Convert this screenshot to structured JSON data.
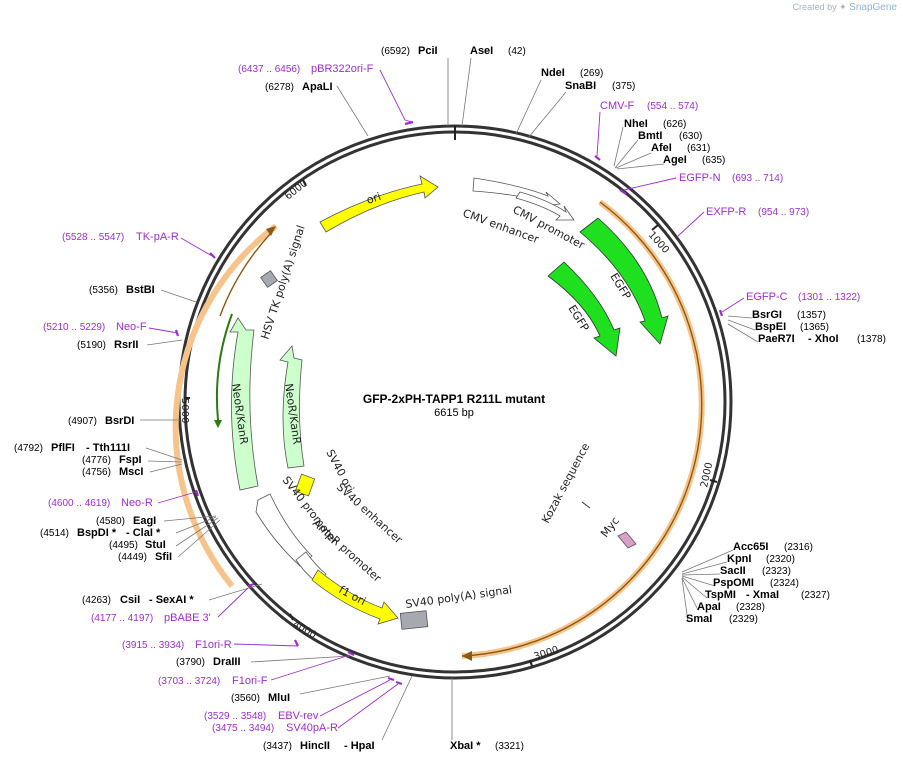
{
  "watermark": {
    "prefix": "Created by",
    "brand": "SnapGene",
    "icon": "snapgene-logo-icon"
  },
  "plasmid": {
    "name": "GFP-2xPH-TAPP1 R211L mutant",
    "length": "6615 bp"
  },
  "ticks": [
    "1000",
    "2000",
    "3000",
    "4000",
    "5000",
    "6000"
  ],
  "features": {
    "ori": "ori",
    "cmv_enhancer": "CMV enhancer",
    "cmv_promoter": "CMV promoter",
    "egfp_1": "EGFP",
    "egfp_2": "EGFP",
    "hsv_tk": "HSV TK poly(A) signal",
    "neokan_1": "NeoR/KanR",
    "neokan_2": "NeoR/KanR",
    "sv40_ori": "SV40 ori",
    "sv40_enhancer": "SV40 enhancer",
    "sv40_promoter": "SV40 promoter",
    "ampr_promoter": "AmpR promoter",
    "f1_ori": "f1 ori",
    "sv40_polya": "SV40 poly(A) signal",
    "kozak": "Kozak sequence",
    "myc": "Myc"
  },
  "sites": {
    "pcil": {
      "pos": "(6592)",
      "name": "PciI"
    },
    "asei": {
      "name": "AseI",
      "pos": "(42)"
    },
    "ndei": {
      "name": "NdeI",
      "pos": "(269)"
    },
    "snabi": {
      "name": "SnaBI",
      "pos": "(375)"
    },
    "nhei": {
      "name": "NheI",
      "pos": "(626)"
    },
    "bmti": {
      "name": "BmtI",
      "pos": "(630)"
    },
    "afei": {
      "name": "AfeI",
      "pos": "(631)"
    },
    "agei": {
      "name": "AgeI",
      "pos": "(635)"
    },
    "bsrgi": {
      "name": "BsrGI",
      "pos": "(1357)"
    },
    "bspei": {
      "name": "BspEI",
      "pos": "(1365)"
    },
    "paer7i": {
      "name": "PaeR7I",
      "sep": "- XhoI",
      "pos": "(1378)"
    },
    "acc65i": {
      "name": "Acc65I",
      "pos": "(2316)"
    },
    "kpni": {
      "name": "KpnI",
      "pos": "(2320)"
    },
    "sacii": {
      "name": "SacII",
      "pos": "(2323)"
    },
    "pspomi": {
      "name": "PspOMI",
      "pos": "(2324)"
    },
    "tspmi": {
      "name": "TspMI",
      "sep": "- XmaI",
      "pos": "(2327)"
    },
    "apai": {
      "name": "ApaI",
      "pos": "(2328)"
    },
    "smai": {
      "name": "SmaI",
      "pos": "(2329)"
    },
    "xbai": {
      "name": "XbaI *",
      "pos": "(3321)"
    },
    "hincii": {
      "pos": "(3437)",
      "name": "HincII",
      "sep": "- HpaI"
    },
    "mlui": {
      "pos": "(3560)",
      "name": "MluI"
    },
    "draiii": {
      "pos": "(3790)",
      "name": "DraIII"
    },
    "csii": {
      "pos": "(4263)",
      "name": "CsiI",
      "sep": "- SexAI *"
    },
    "sfii": {
      "pos": "(4449)",
      "name": "SfiI"
    },
    "stui": {
      "pos": "(4495)",
      "name": "StuI"
    },
    "bspdi": {
      "pos": "(4514)",
      "name": "BspDI *",
      "sep": "- ClaI *"
    },
    "eagi": {
      "pos": "(4580)",
      "name": "EagI"
    },
    "msci": {
      "pos": "(4756)",
      "name": "MscI"
    },
    "fspi": {
      "pos": "(4776)",
      "name": "FspI"
    },
    "pflfi": {
      "pos": "(4792)",
      "name": "PflFI",
      "sep": "- Tth111I"
    },
    "bsrdi": {
      "pos": "(4907)",
      "name": "BsrDI"
    },
    "rsrii": {
      "pos": "(5190)",
      "name": "RsrII"
    },
    "bstbi": {
      "pos": "(5356)",
      "name": "BstBI"
    },
    "apali": {
      "pos": "(6278)",
      "name": "ApaLI"
    }
  },
  "primers": {
    "pbr322": {
      "range": "(6437 .. 6456)",
      "name": "pBR322ori-F"
    },
    "cmvf": {
      "name": "CMV-F",
      "range": "(554 .. 574)"
    },
    "egfpn": {
      "name": "EGFP-N",
      "range": "(693 .. 714)"
    },
    "exfpr": {
      "name": "EXFP-R",
      "range": "(954 .. 973)"
    },
    "egfpc": {
      "name": "EGFP-C",
      "range": "(1301 .. 1322)"
    },
    "tkpar": {
      "range": "(5528 .. 5547)",
      "name": "TK-pA-R"
    },
    "neof": {
      "range": "(5210 .. 5229)",
      "name": "Neo-F"
    },
    "neor": {
      "range": "(4600 .. 4619)",
      "name": "Neo-R"
    },
    "pbabe": {
      "range": "(4177 .. 4197)",
      "name": "pBABE 3'"
    },
    "f1orir": {
      "range": "(3915 .. 3934)",
      "name": "F1ori-R"
    },
    "f1orif": {
      "range": "(3703 .. 3724)",
      "name": "F1ori-F"
    },
    "ebvrev": {
      "range": "(3529 .. 3548)",
      "name": "EBV-rev"
    },
    "sv40par": {
      "range": "(3475 .. 3494)",
      "name": "SV40pA-R"
    }
  },
  "colors": {
    "backbone": "#333333",
    "ori": "#ffff00",
    "egfp": "#1ee01e",
    "neokan": "#ccffcc",
    "promoter": "#ffffff",
    "polya": "#a6aab0",
    "orf": "#f6c48a",
    "orf_arrow": "#8a5a14",
    "primer": "#9b2fc9",
    "myc": "#d9a0c8"
  }
}
